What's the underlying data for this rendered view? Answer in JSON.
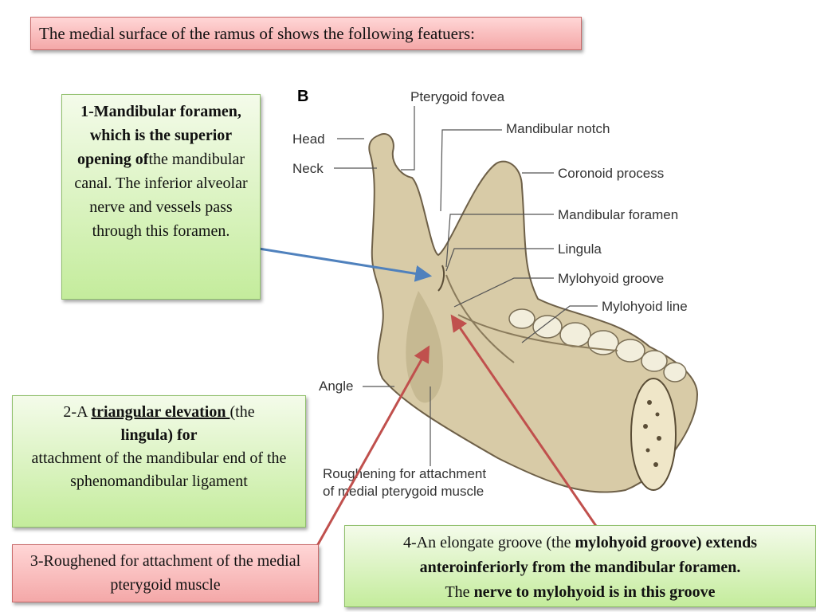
{
  "title": "The medial surface of the ramus of shows the following featuers:",
  "box1": {
    "bold": "1-Mandibular foramen, which is the superior opening of",
    "normal": "the mandibular canal. The inferior alveolar nerve and vessels pass through this foramen."
  },
  "box2": {
    "prefix": "2-A ",
    "underlined": "triangular elevation ",
    "after_underline": "(the ",
    "bold": "lingula) for",
    "rest": "attachment of the mandibular end of the sphenomandibular ligament"
  },
  "box3": {
    "text": "3-Roughened for attachment of the medial pterygoid muscle"
  },
  "box4": {
    "part1": "4-An elongate groove (the ",
    "bold1": "mylohyoid groove) extends anteroinferiorly from the mandibular foramen.",
    "part2": "The ",
    "bold2": "nerve to mylohyoid is in this groove"
  },
  "figure": {
    "panel_letter": "B",
    "labels": {
      "pterygoid_fovea": "Pterygoid fovea",
      "mandibular_notch": "Mandibular notch",
      "head": "Head",
      "neck": "Neck",
      "coronoid_process": "Coronoid process",
      "mandibular_foramen": "Mandibular foramen",
      "lingula": "Lingula",
      "mylohyoid_groove": "Mylohyoid groove",
      "mylohyoid_line": "Mylohyoid line",
      "angle": "Angle",
      "roughening_line1": "Roughening for attachment",
      "roughening_line2": "of medial pterygoid muscle"
    }
  },
  "colors": {
    "pink_box": "#f4a8a8",
    "green_box": "#c4ec9c",
    "blue_arrow": "#4f81bd",
    "red_arrow": "#c0504d",
    "bone": "#d8cba7"
  }
}
